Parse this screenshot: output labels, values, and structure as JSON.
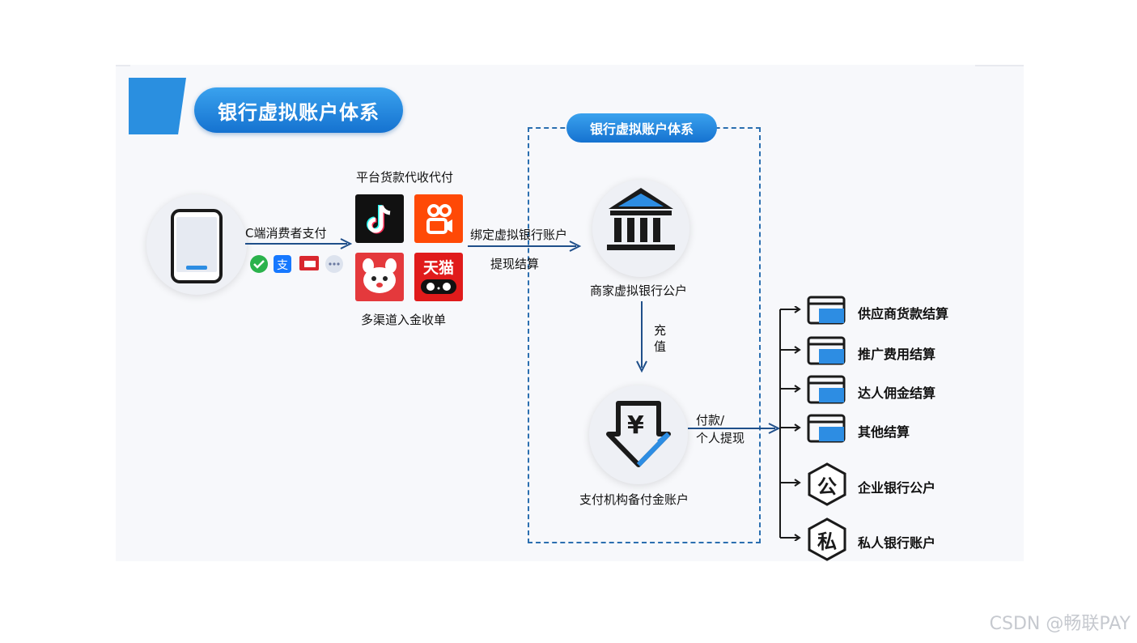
{
  "header": {
    "title": "银行虚拟账户体系"
  },
  "system": {
    "label": "银行虚拟账户体系"
  },
  "consumer": {
    "pay_label": "C端消费者支付"
  },
  "platform": {
    "top_label": "平台货款代收代付",
    "bottom_label": "多渠道入金收单",
    "tmall_text": "天猫"
  },
  "flows": {
    "bind_label": "绑定虚拟银行账户",
    "withdraw_label": "提现结算",
    "recharge_label": "充\n值",
    "pay_label": "付款/\n个人提现"
  },
  "merchant": {
    "label": "商家虚拟银行公户"
  },
  "reserve": {
    "label": "支付机构备付金账户",
    "yen": "¥"
  },
  "settlements": [
    {
      "label": "供应商货款结算"
    },
    {
      "label": "推广费用结算"
    },
    {
      "label": "达人佣金结算"
    },
    {
      "label": "其他结算"
    },
    {
      "label": "企业银行公户",
      "glyph": "公"
    },
    {
      "label": "私人银行账户",
      "glyph": "私"
    }
  ],
  "watermark": "CSDN @畅联PAY",
  "colors": {
    "accent": "#1f7ad8",
    "line": "#1f4f8a",
    "dash": "#2b6fb0"
  }
}
